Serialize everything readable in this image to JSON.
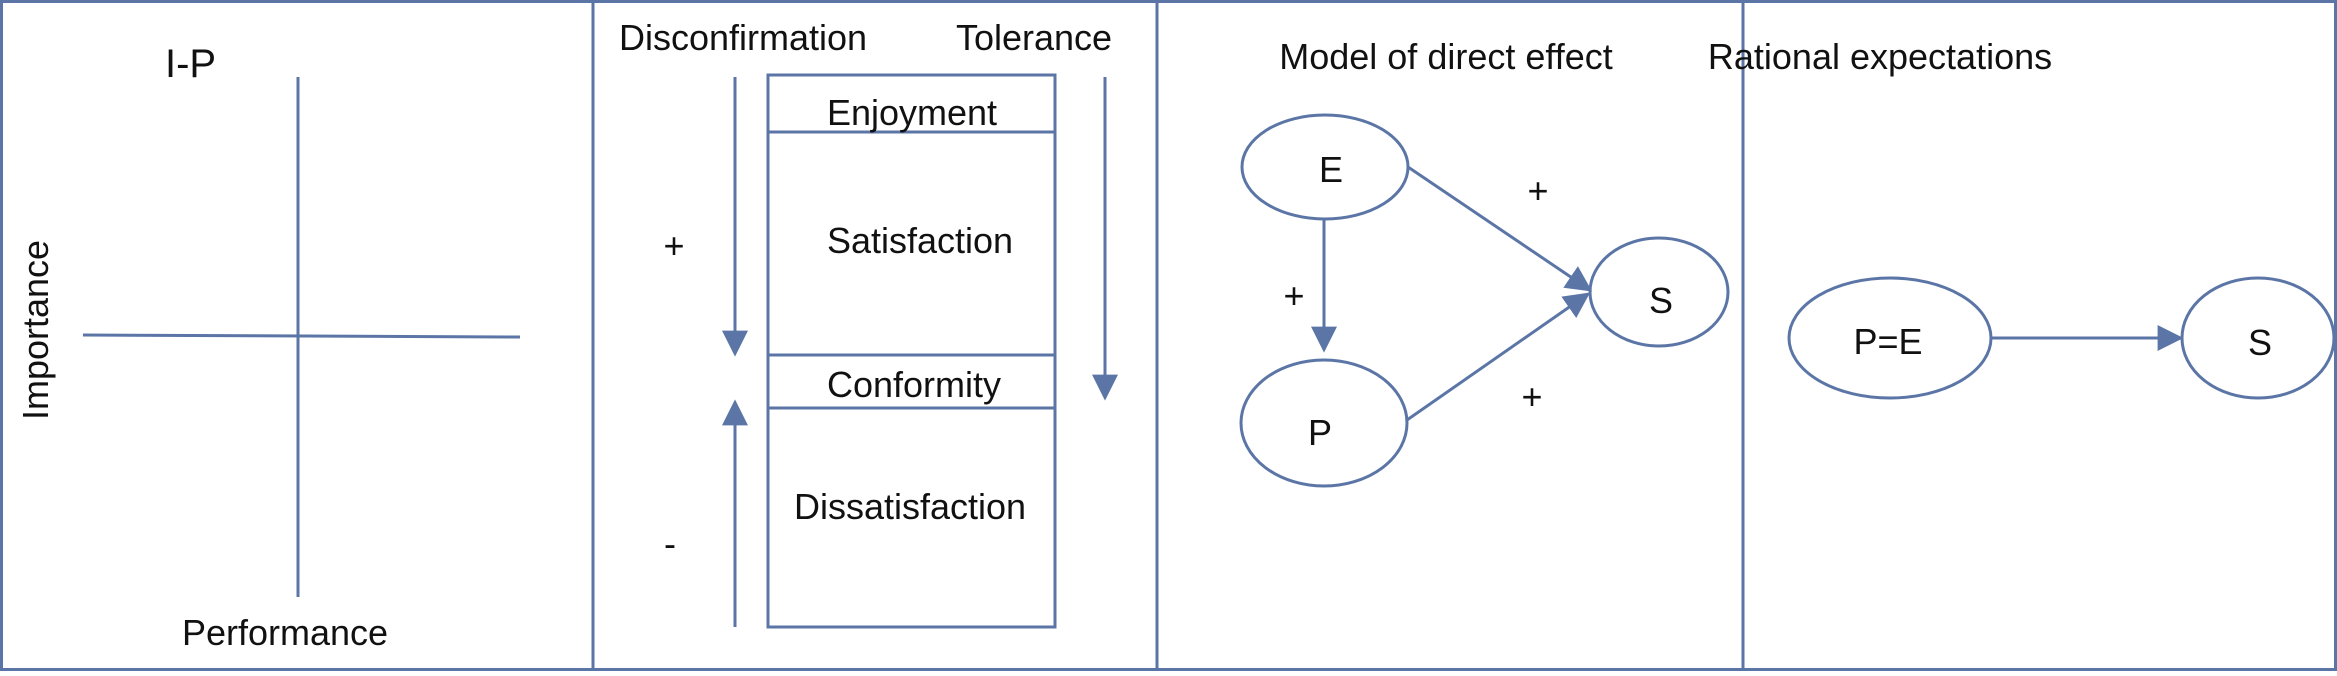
{
  "colors": {
    "line": "#5b76a6",
    "text": "#111111",
    "background": "#ffffff"
  },
  "panels": [
    {
      "title": "I-P",
      "y_axis_label": "Importance",
      "x_axis_label": "Performance"
    },
    {
      "left_label": "Disconfirmation",
      "right_label": "Tolerance",
      "bands": [
        "Enjoyment",
        "Satisfaction",
        "Conformity",
        "Dissatisfaction"
      ],
      "positive_sign": "+",
      "negative_sign": "-"
    },
    {
      "title": "Model of direct effect",
      "nodes": {
        "e": "E",
        "p": "P",
        "s": "S"
      },
      "edge_signs": {
        "e_to_s": "+",
        "e_to_p": "+",
        "p_to_s": "+"
      }
    },
    {
      "title": "Rational expectations",
      "nodes": {
        "pe": "P=E",
        "s": "S"
      }
    }
  ]
}
